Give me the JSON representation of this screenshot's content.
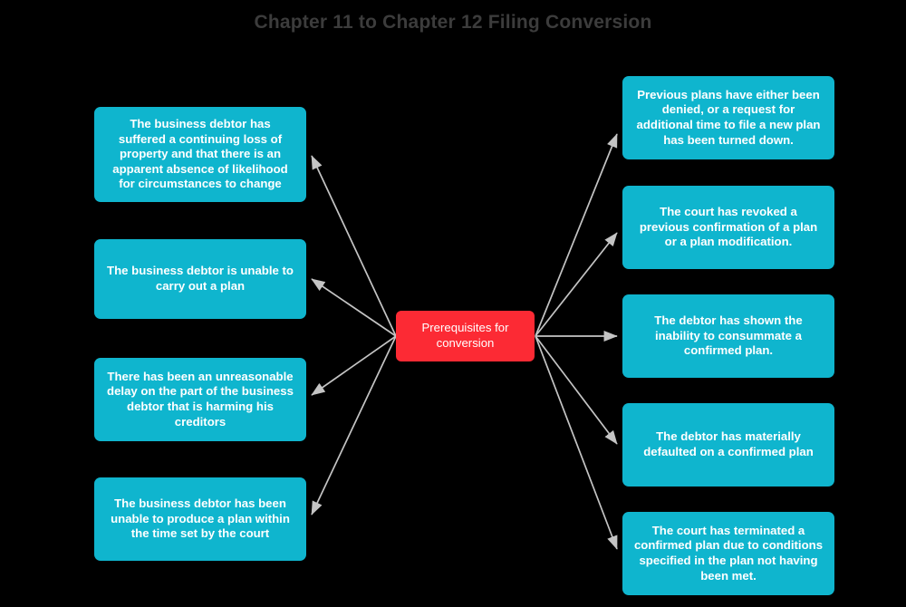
{
  "diagram": {
    "title": "Chapter 11 to Chapter 12 Filing Conversion",
    "type": "mind-map",
    "colors": {
      "background": "#000000",
      "title_text": "#3c3c3c",
      "branch_fill": "#0fb5ce",
      "center_fill": "#fc2a34",
      "node_text": "#ffffff",
      "edge": "#c4c4c4"
    },
    "center": {
      "label": "Prerequisites for conversion"
    },
    "left_nodes": [
      {
        "label": "The business debtor has suffered a continuing loss of property and that there is an apparent absence of likelihood for circumstances to change"
      },
      {
        "label": "The business debtor is unable to carry out a plan"
      },
      {
        "label": "There has been an unreasonable delay on the part of the business debtor that is harming his creditors"
      },
      {
        "label": "The business debtor has been unable to produce a plan within the time set by the court"
      }
    ],
    "right_nodes": [
      {
        "label": "Previous plans have either been denied, or a request for additional time to file a new plan has been turned down."
      },
      {
        "label": "The court has revoked a previous confirmation of a plan or a plan modification."
      },
      {
        "label": "The debtor has shown the inability to consummate a confirmed plan."
      },
      {
        "label": "The debtor has materially defaulted on a confirmed plan"
      },
      {
        "label": "The court has terminated a confirmed plan due to conditions specified in the plan not having been met."
      }
    ]
  }
}
